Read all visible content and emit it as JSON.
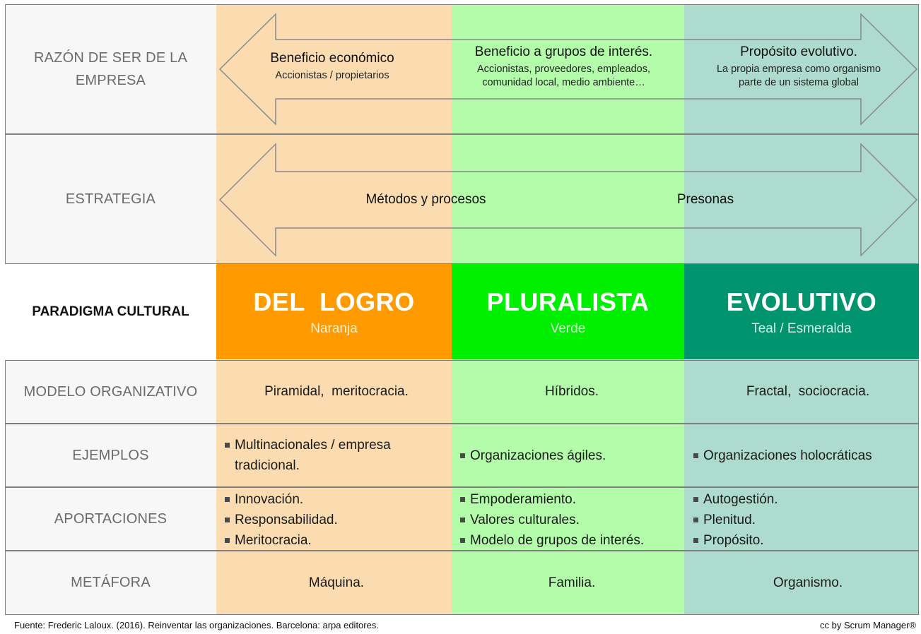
{
  "colors": {
    "orange_light": "#fadcb0",
    "green_light": "#b2fcaa",
    "teal_light": "#addcce",
    "orange": "#ff9a00",
    "green": "#00ef00",
    "teal": "#00946e"
  },
  "top": {
    "razon_label": "RAZÓN DE SER DE LA EMPRESA",
    "arrow1": {
      "beneficio_title": "Beneficio económico",
      "beneficio_sub": "Accionistas / propietarios",
      "grupos_title": "Beneficio a grupos de interés.",
      "grupos_sub": "Accionistas, proveedores, empleados, comunidad local, medio ambiente…",
      "proposito_title": "Propósito evolutivo.",
      "proposito_sub": "La propia empresa como organismo parte de un sistema global"
    },
    "estrategia_label": "ESTRATEGIA",
    "arrow2": {
      "left_text": "Métodos y procesos",
      "right_text": "Presonas"
    }
  },
  "paradigm": {
    "label": "PARADIGMA CULTURAL",
    "columns": [
      {
        "title": "DEL  LOGRO",
        "sub": "Naranja"
      },
      {
        "title": "PLURALISTA",
        "sub": "Verde"
      },
      {
        "title": "EVOLUTIVO",
        "sub": "Teal / Esmeralda"
      }
    ]
  },
  "rows": {
    "modelo": {
      "label": "MODELO ORGANIZATIVO",
      "values": [
        "Piramidal,  meritocracia.",
        "Híbridos.",
        "Fractal,  sociocracia."
      ]
    },
    "ejemplos": {
      "label": "EJEMPLOS",
      "values": [
        [
          "Multinacionales / empresa tradicional."
        ],
        [
          "Organizaciones ágiles."
        ],
        [
          "Organizaciones holocráticas"
        ]
      ]
    },
    "aportaciones": {
      "label": "APORTACIONES",
      "values": [
        [
          "Innovación.",
          "Responsabilidad.",
          "Meritocracia."
        ],
        [
          "Empoderamiento.",
          "Valores culturales.",
          "Modelo de grupos de interés."
        ],
        [
          "Autogestión.",
          "Plenitud.",
          "Propósito."
        ]
      ]
    },
    "metafora": {
      "label": "METÁFORA",
      "values": [
        "Máquina.",
        "Familia.",
        "Organismo."
      ]
    }
  },
  "footer": {
    "source": "Fuente: Frederic Laloux. (2016). Reinventar las organizaciones. Barcelona: arpa editores.",
    "credit": "cc by Scrum Manager®"
  }
}
